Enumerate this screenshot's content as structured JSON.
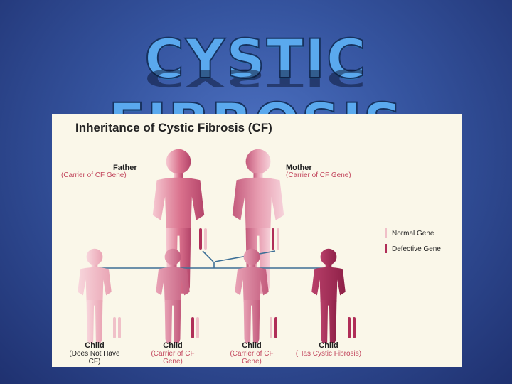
{
  "slide": {
    "title": "CYSTIC FIBROSIS"
  },
  "diagram": {
    "title": "Inheritance of Cystic Fibrosis (CF)",
    "father": {
      "label": "Father",
      "sublabel": "(Carrier of CF Gene)"
    },
    "mother": {
      "label": "Mother",
      "sublabel": "(Carrier of CF Gene)"
    },
    "children": [
      {
        "label": "Child",
        "sublabel": "(Does Not Have CF)"
      },
      {
        "label": "Child",
        "sublabel": "(Carrier of CF Gene)"
      },
      {
        "label": "Child",
        "sublabel": "(Carrier of CF Gene)"
      },
      {
        "label": "Child",
        "sublabel": "(Has Cystic Fibrosis)"
      }
    ],
    "legend": {
      "normal": "Normal Gene",
      "defective": "Defective Gene"
    },
    "colors": {
      "normal_gene": "#f0c0c8",
      "defective_gene": "#b02e58",
      "carrier_label": "#c2465d",
      "connector": "#3c6f96"
    }
  }
}
